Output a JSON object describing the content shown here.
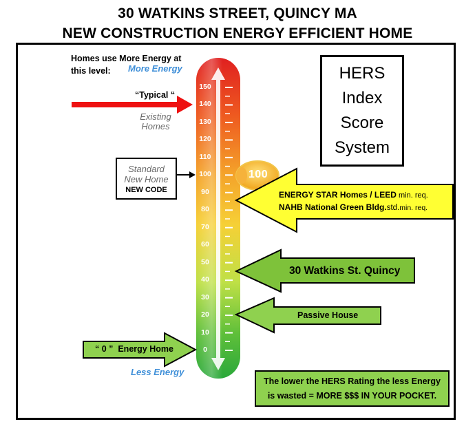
{
  "title": {
    "line1": "30 WATKINS STREET, QUINCY MA",
    "line2": "NEW CONSTRUCTION ENERGY EFFICIENT HOME"
  },
  "labels": {
    "homes_use": "Homes use More Energy at",
    "this_level": "this level:",
    "more_energy": "More Energy",
    "less_energy": "Less Energy",
    "typical": "“Typical “",
    "existing": "Existing",
    "homes": "Homes",
    "standard": "Standard",
    "new_home": "New Home",
    "new_code": "NEW CODE",
    "zero_energy": "“ 0 ”  Energy Home",
    "badge_100": "100"
  },
  "hers_box": {
    "line1": "HERS",
    "line2": "Index",
    "line3": "Score",
    "line4": "System"
  },
  "energy_star": {
    "line1_bold": "ENERGY STAR Homes / LEED",
    "line1_small": " min. req.",
    "line2_bold": "NAHB National Green Bldg.",
    "line2_mid": "std.",
    "line2_small": "min. req."
  },
  "watkins": "30 Watkins St. Quincy",
  "passive": "Passive House",
  "note": {
    "line1": "The lower the HERS Rating the less Energy",
    "line2": "is wasted = MORE $$$ IN YOUR POCKET."
  },
  "scale": {
    "ticks": [
      "150",
      "140",
      "130",
      "120",
      "110",
      "100",
      "90",
      "80",
      "70",
      "60",
      "50",
      "40",
      "30",
      "20",
      "10",
      "0"
    ],
    "gradient_colors": [
      "#e02020",
      "#ee5a20",
      "#f4a22a",
      "#f6d036",
      "#bfe046",
      "#5fbf3a",
      "#2aa83a"
    ]
  },
  "colors": {
    "red_arrow": "#ee1111",
    "yellow": "#ffff33",
    "green": "#8fd14f",
    "blue_text": "#3f8fd8"
  }
}
